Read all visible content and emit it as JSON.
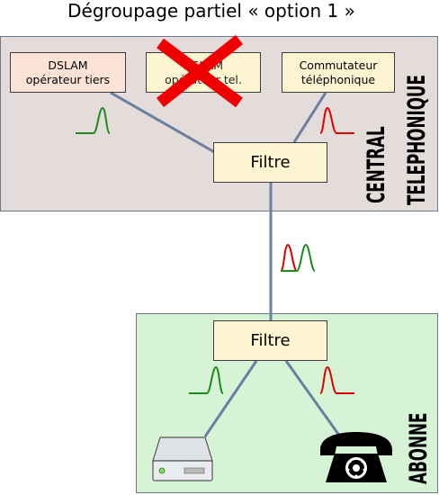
{
  "title": "Dégroupage partiel « option 1 »",
  "zones": {
    "central": {
      "line1": "CENTRAL",
      "line2": "TELEPHONIQUE"
    },
    "abonne": {
      "label": "ABONNE"
    }
  },
  "boxes": {
    "dslam_tiers": {
      "line1": "DSLAM",
      "line2": "opérateur tiers"
    },
    "dslam_tel": {
      "line1": "DSLAM",
      "line2": "opérateur tel."
    },
    "commutateur": {
      "line1": "Commutateur",
      "line2": "téléphonique"
    },
    "filtre_central": "Filtre",
    "filtre_abonne": "Filtre"
  },
  "icons": [
    "cross-icon",
    "modem-icon",
    "telephone-icon",
    "green-signal-icon",
    "red-signal-icon"
  ],
  "colors": {
    "line": "#6b7fa0",
    "green": "#1a8c1a",
    "red": "#e00000",
    "cross": "#ee0000"
  }
}
